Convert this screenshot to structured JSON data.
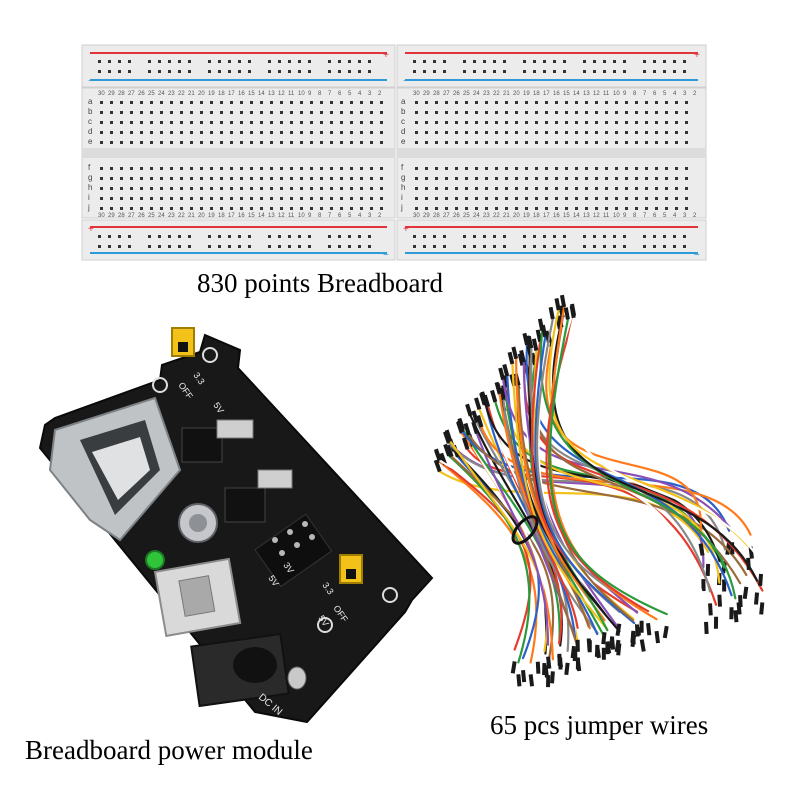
{
  "captions": {
    "breadboard": "830 points Breadboard",
    "power_module": "Breadboard power module",
    "jumper_wires": "65 pcs jumper wires"
  },
  "breadboard": {
    "row_letters_top": [
      "a",
      "b",
      "c",
      "d",
      "e"
    ],
    "row_letters_bottom": [
      "f",
      "g",
      "h",
      "i",
      "j"
    ],
    "rail_plus": "+",
    "rail_minus": "−",
    "column_numbers": [
      "30",
      "29",
      "28",
      "27",
      "26",
      "25",
      "24",
      "23",
      "22",
      "21",
      "20",
      "19",
      "18",
      "17",
      "16",
      "15",
      "14",
      "13",
      "12",
      "11",
      "10",
      "9",
      "8",
      "7",
      "6",
      "5",
      "4",
      "3",
      "2",
      "1"
    ]
  },
  "power_module": {
    "labels": {
      "off_top": "OFF",
      "v33_top": "3.3",
      "v5_top": "5V",
      "off_bottom": "OFF",
      "v33_bottom": "3.3",
      "v5_bottom": "5V",
      "dc_in": "DC IN",
      "pin_3v": "3V",
      "pin_5v": "5V"
    }
  },
  "colors": {
    "rail_red": "#e2343a",
    "rail_blue": "#2f9ad8",
    "board": "#ececec",
    "pcb": "#181818",
    "jumper_yellow": "#f2c21b",
    "led_green": "#2fc43a",
    "wire_colors": [
      "#f2c21b",
      "#ff7a1a",
      "#e53c2e",
      "#ffffff",
      "#2a9a3c",
      "#2b62c8",
      "#8a4fb8",
      "#1a1a1a",
      "#9b6a3a",
      "#888888"
    ]
  }
}
